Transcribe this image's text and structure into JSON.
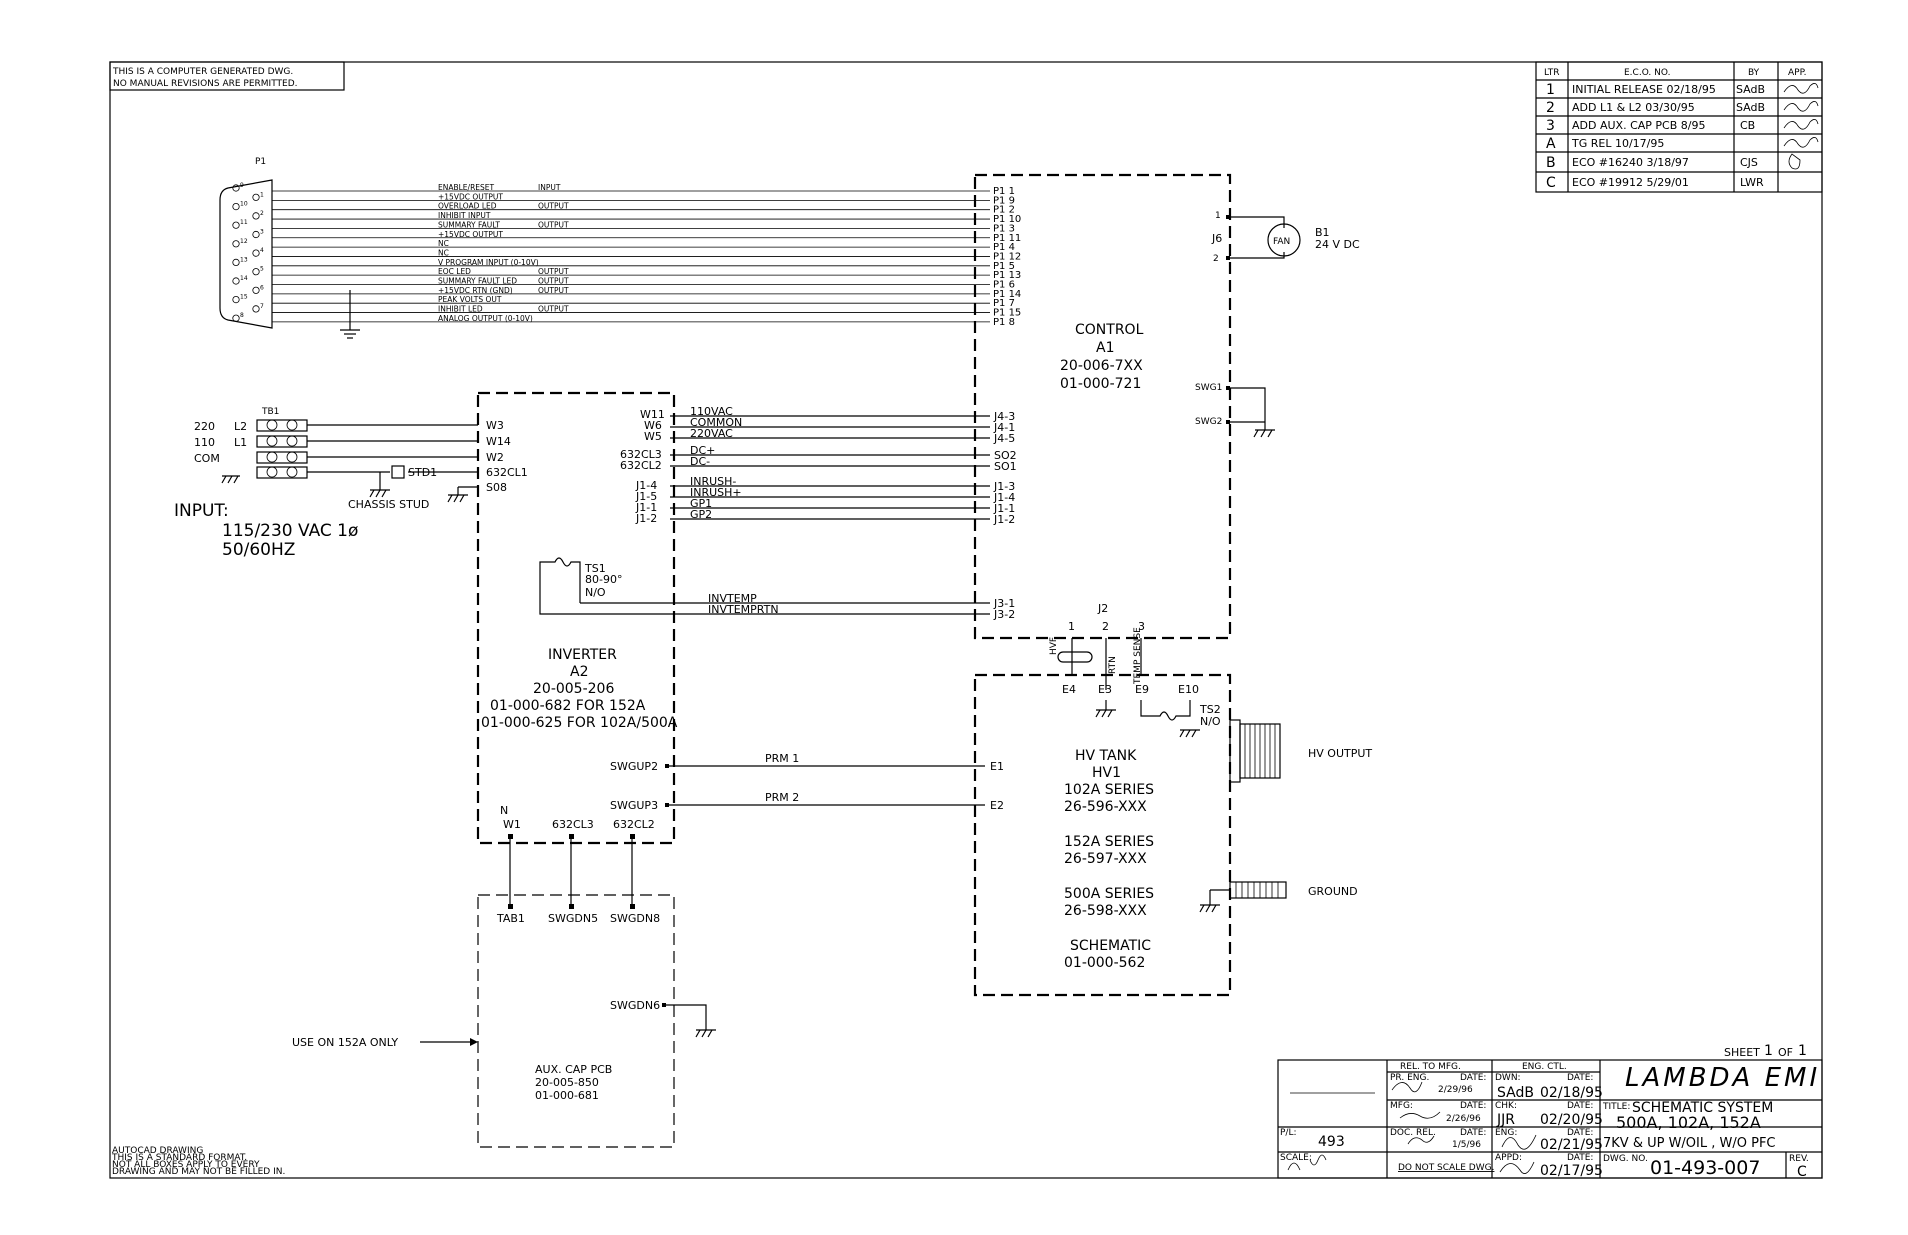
{
  "notice": [
    "THIS IS A COMPUTER GENERATED DWG.",
    "NO MANUAL REVISIONS ARE PERMITTED."
  ],
  "autocad_note": [
    "AUTOCAD DRAWING",
    "THIS IS A STANDARD FORMAT.",
    "NOT ALL BOXES APPLY TO EVERY",
    "DRAWING AND MAY NOT BE FILLED IN."
  ],
  "revisions": {
    "headers": [
      "LTR",
      "E.C.O. NO.",
      "BY",
      "APP."
    ],
    "rows": [
      {
        "ltr": "1",
        "eco": "INITIAL RELEASE 02/18/95",
        "by": "SAdB"
      },
      {
        "ltr": "2",
        "eco": "ADD L1 & L2 03/30/95",
        "by": "SAdB"
      },
      {
        "ltr": "3",
        "eco": "ADD AUX. CAP PCB 8/95",
        "by": "CB"
      },
      {
        "ltr": "A",
        "eco": "TG REL 10/17/95",
        "by": ""
      },
      {
        "ltr": "B",
        "eco": "ECO #16240 3/18/97",
        "by": "CJS"
      },
      {
        "ltr": "C",
        "eco": "ECO #19912 5/29/01",
        "by": "LWR"
      }
    ]
  },
  "p1": {
    "ref": "P1",
    "signals": [
      {
        "name": "ENABLE/RESET",
        "type": "INPUT",
        "pin": "P1 1"
      },
      {
        "name": "+15VDC OUTPUT",
        "type": "",
        "pin": "P1 9"
      },
      {
        "name": "OVERLOAD LED",
        "type": "OUTPUT",
        "pin": "P1 2"
      },
      {
        "name": "INHIBIT INPUT",
        "type": "",
        "pin": "P1 10"
      },
      {
        "name": "SUMMARY FAULT",
        "type": "OUTPUT",
        "pin": "P1 3"
      },
      {
        "name": "+15VDC OUTPUT",
        "type": "",
        "pin": "P1 11"
      },
      {
        "name": "NC",
        "type": "",
        "pin": "P1 4"
      },
      {
        "name": "NC",
        "type": "",
        "pin": "P1 12"
      },
      {
        "name": "V PROGRAM INPUT (0-10V)",
        "type": "",
        "pin": "P1 5"
      },
      {
        "name": "EOC LED",
        "type": "OUTPUT",
        "pin": "P1 13"
      },
      {
        "name": "SUMMARY FAULT LED",
        "type": "OUTPUT",
        "pin": "P1 6"
      },
      {
        "name": "+15VDC RTN (GND)",
        "type": "OUTPUT",
        "pin": "P1 14"
      },
      {
        "name": "PEAK VOLTS OUT",
        "type": "",
        "pin": "P1 7"
      },
      {
        "name": "INHIBIT LED",
        "type": "OUTPUT",
        "pin": "P1 15"
      },
      {
        "name": "ANALOG OUTPUT (0-10V)",
        "type": "",
        "pin": "P1 8"
      }
    ],
    "connector_pins": [
      "9",
      "1",
      "10",
      "2",
      "11",
      "3",
      "12",
      "4",
      "13",
      "5",
      "14",
      "6",
      "15",
      "7",
      "8"
    ]
  },
  "control": {
    "name": "CONTROL",
    "ref": "A1",
    "pn1": "20-006-7XX",
    "pn2": "01-000-721",
    "j6": "J6",
    "j6_pin1": "1",
    "j6_pin2": "2",
    "swg1": "SWG1",
    "swg2": "SWG2"
  },
  "fan": {
    "label": "FAN",
    "ref": "B1",
    "rating": "24 V DC"
  },
  "tb1": {
    "ref": "TB1",
    "labels": [
      {
        "volt": "220",
        "line": "L2",
        "pin": "W3"
      },
      {
        "volt": "110",
        "line": "L1",
        "pin": "W14"
      },
      {
        "volt": "COM",
        "line": "",
        "pin": "W2"
      }
    ],
    "std1": "STD1",
    "std_pin": "632CL1",
    "chassis": "CHASSIS STUD",
    "s08": "S08"
  },
  "input": {
    "label": "INPUT:",
    "line1": "115/230 VAC 1ø",
    "line2": "50/60HZ"
  },
  "inverter": {
    "name": "INVERTER",
    "ref": "A2",
    "pn1": "20-005-206",
    "pn2": "01-000-682 FOR 152A",
    "pn3": "01-000-625 FOR 102A/500A",
    "pins_right": [
      "W11",
      "W6",
      "W5"
    ],
    "ac_labels": [
      "110VAC",
      "COMMON",
      "220VAC"
    ],
    "j4": [
      "J4-3",
      "J4-1",
      "J4-5"
    ],
    "dc_pins": [
      "632CL3",
      "632CL2"
    ],
    "dc_labels": [
      "DC+",
      "DC-"
    ],
    "so": [
      "SO2",
      "SO1"
    ],
    "j1_left": [
      "J1-4",
      "J1-5",
      "J1-1",
      "J1-2"
    ],
    "j1_labels": [
      "INRUSH-",
      "INRUSH+",
      "GP1",
      "GP2"
    ],
    "j1_right": [
      "J1-3",
      "J1-4",
      "J1-1",
      "J1-2"
    ],
    "ts1": "TS1",
    "ts1_range": "80-90°",
    "ts1_no": "N/O",
    "invtemp": [
      "INVTEMP",
      "INVTEMPRTN"
    ],
    "j3": [
      "J3-1",
      "J3-2"
    ],
    "swgup2": "SWGUP2",
    "swgup3": "SWGUP3",
    "prm1": "PRM 1",
    "prm2": "PRM 2",
    "bottom_n": "N",
    "bottom_pins": [
      "W1",
      "632CL3",
      "632CL2"
    ]
  },
  "j2": {
    "ref": "J2",
    "pins": [
      "1",
      "2",
      "3"
    ],
    "labels": [
      "HVF",
      "RTN",
      "TEMP SENSE"
    ],
    "e": [
      "E4",
      "E3",
      "E9",
      "E10"
    ],
    "ts2": "TS2",
    "ts2_no": "N/O"
  },
  "hvtank": {
    "name": "HV TANK",
    "ref": "HV1",
    "s1": "102A SERIES",
    "p1": "26-596-XXX",
    "s2": "152A SERIES",
    "p2": "26-597-XXX",
    "s3": "500A SERIES",
    "p3": "26-598-XXX",
    "s4": "SCHEMATIC",
    "p4": "01-000-562",
    "e1": "E1",
    "e2": "E2",
    "hv_output": "HV OUTPUT",
    "ground": "GROUND"
  },
  "aux": {
    "pins": [
      "TAB1",
      "SWGDN5",
      "SWGDN8"
    ],
    "swgdn6": "SWGDN6",
    "use_on": "USE ON 152A ONLY",
    "name": "AUX. CAP PCB",
    "pn1": "20-005-850",
    "pn2": "01-000-681"
  },
  "title_block": {
    "sheet": "SHEET",
    "sheet_no": "1",
    "of": "OF",
    "sheet_total": "1",
    "rel_to_mfg": "REL. TO MFG.",
    "eng_ctl": "ENG. CTL.",
    "pr_eng": "PR. ENG.",
    "date": "DATE:",
    "pr_eng_date": "2/29/96",
    "dwn": "DWN:",
    "dwn_val": "SAdB",
    "dwn_date": "02/18/95",
    "mfg": "MFG:",
    "mfg_date": "2/26/96",
    "chk": "CHK:",
    "chk_val": "JJR",
    "chk_date": "02/20/95",
    "doc_rel": "DOC. REL.",
    "doc_rel_date": "1/5/96",
    "eng": "ENG:",
    "eng_date": "02/21/95",
    "appd": "APPD:",
    "appd_date": "02/17/95",
    "pl": "P/L:",
    "pl_val": "493",
    "scale": "SCALE:",
    "no_scale": "DO NOT SCALE DWG.",
    "company": "LAMBDA EMI",
    "title_lbl": "TITLE:",
    "title1": "SCHEMATIC SYSTEM",
    "title2": "500A, 102A, 152A",
    "title3": "7KV & UP W/OIL , W/O PFC",
    "dwg_no_lbl": "DWG. NO.",
    "dwg_no": "01-493-007",
    "rev_lbl": "REV.",
    "rev": "C"
  }
}
